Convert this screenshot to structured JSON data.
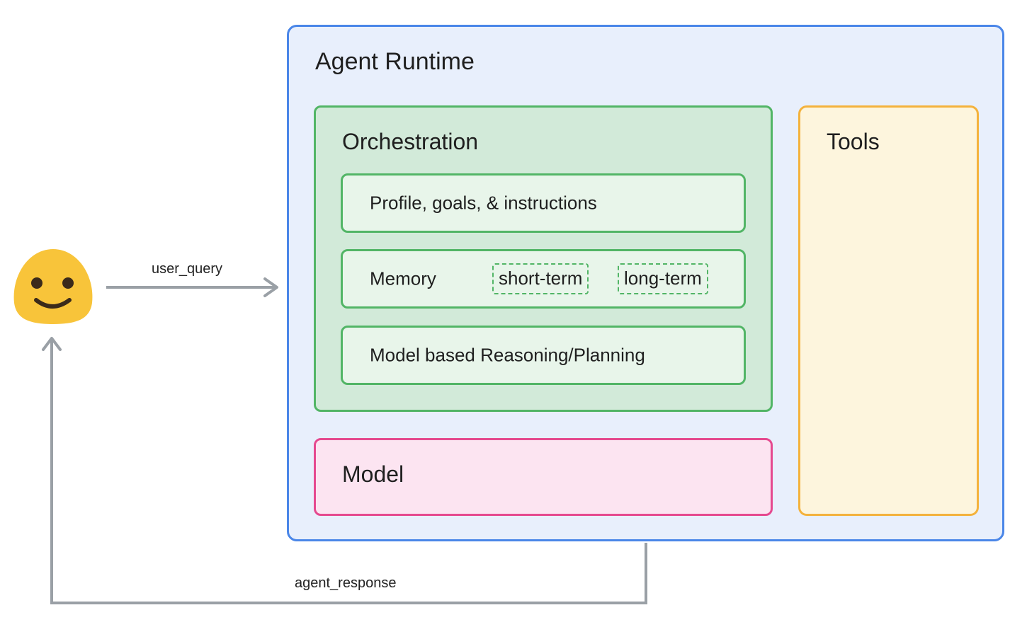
{
  "runtime": {
    "title": "Agent Runtime"
  },
  "orchestration": {
    "title": "Orchestration",
    "profile": "Profile, goals, & instructions",
    "memory": {
      "label": "Memory",
      "short_term": "short-term",
      "long_term": "long-term"
    },
    "reasoning": "Model based Reasoning/Planning"
  },
  "model": {
    "title": "Model"
  },
  "tools": {
    "title": "Tools"
  },
  "edges": {
    "user_query": "user_query",
    "agent_response": "agent_response"
  },
  "colors": {
    "runtime_border": "#4a86e8",
    "runtime_fill": "#e8effc",
    "orchestration_border": "#52b566",
    "orchestration_fill": "#d2ead9",
    "model_border": "#e5498f",
    "model_fill": "#fce4f1",
    "tools_border": "#f4b23c",
    "tools_fill": "#fdf5dd",
    "user_face": "#f8c43a",
    "arrow": "#9aa0a6"
  },
  "icons": {
    "user": "smiley-face-icon"
  }
}
